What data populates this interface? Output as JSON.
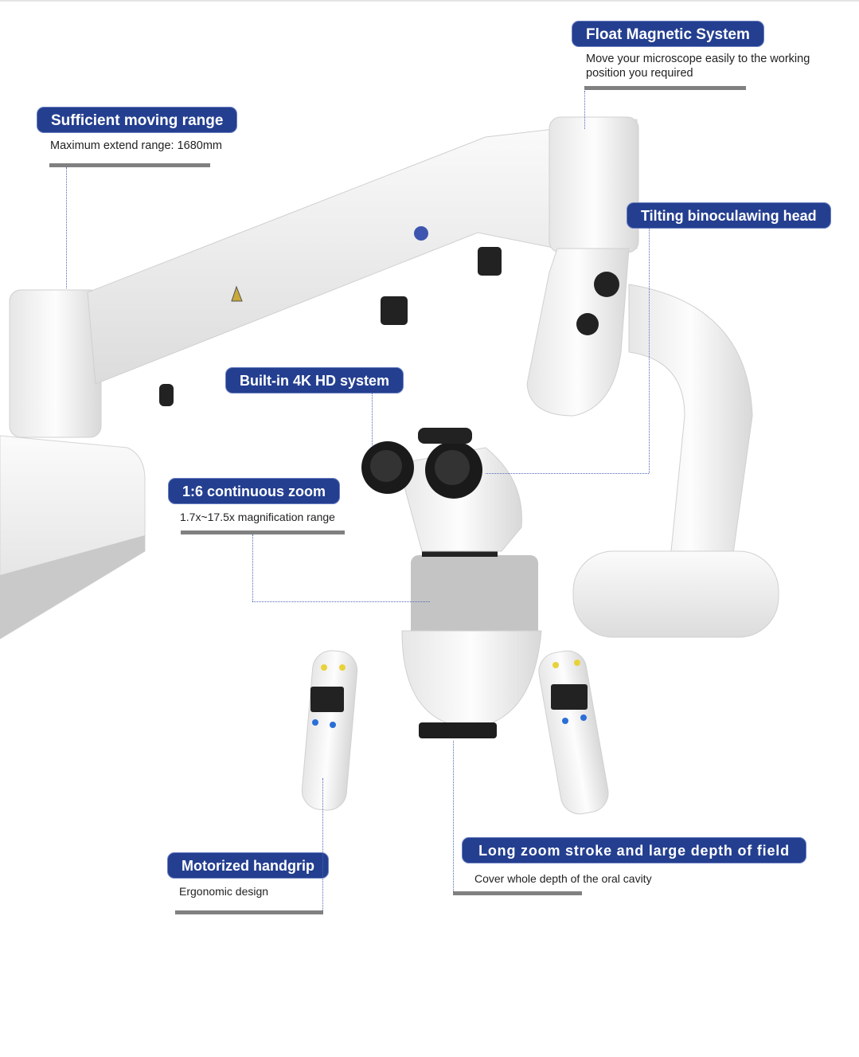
{
  "features": [
    {
      "title": "Float Magnetic System",
      "description": "Move your microscope easily to the working position you required"
    },
    {
      "title": "Sufficient moving range",
      "description": "Maximum extend range: 1680mm"
    },
    {
      "title": "Tilting binoculawing head"
    },
    {
      "title": "Built-in 4K HD system"
    },
    {
      "title": "1:6 continuous zoom",
      "description": "1.7x~17.5x magnification range"
    },
    {
      "title": "Motorized handgrip",
      "description": "Ergonomic design"
    },
    {
      "title": "Long zoom stroke and large depth of field",
      "description": "Cover whole depth of the oral cavity"
    }
  ],
  "colors": {
    "accent": "#243f90",
    "bar": "#808080"
  }
}
